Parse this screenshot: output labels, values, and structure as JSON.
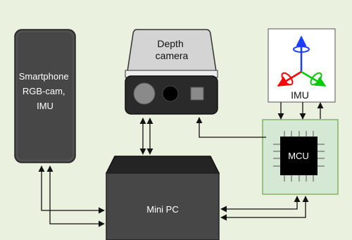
{
  "diagram": {
    "smartphone": {
      "lines": [
        "Smartphone",
        "RGB-cam,",
        "IMU"
      ]
    },
    "depth_camera": {
      "lines": [
        "Depth",
        "camera"
      ]
    },
    "imu": {
      "label": "IMU"
    },
    "mcu": {
      "label": "MCU"
    },
    "mini_pc": {
      "label": "Mini PC"
    }
  },
  "colors": {
    "background": "#eaf2df",
    "device_dark": "#474747",
    "mcu_board": "#d5e8d4",
    "axis_blue": "#1a3dff",
    "axis_red": "#ff0000",
    "axis_green": "#00cc00"
  }
}
